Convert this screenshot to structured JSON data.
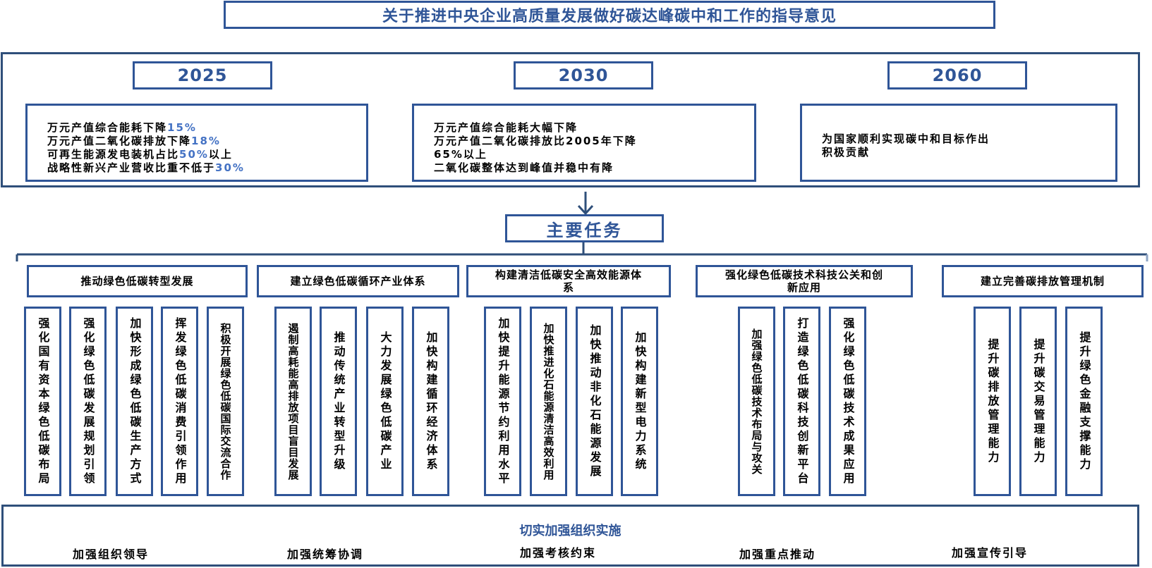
{
  "title": "关于推进中央企业高质量发展做好碳达峰碳中和工作的指导意见",
  "goals": [
    {
      "year": "2025",
      "lines": [
        [
          {
            "t": "万元产值综合能耗下降",
            "hl": false
          },
          {
            "t": "15%",
            "hl": true
          }
        ],
        [
          {
            "t": "万元产值二氧化碳排放下降",
            "hl": false
          },
          {
            "t": "18%",
            "hl": true
          }
        ],
        [
          {
            "t": "可再生能源发电装机占比",
            "hl": false
          },
          {
            "t": "50%",
            "hl": true
          },
          {
            "t": "以上",
            "hl": false
          }
        ],
        [
          {
            "t": "战略性新兴产业营收比重不低于",
            "hl": false
          },
          {
            "t": "30%",
            "hl": true
          }
        ]
      ]
    },
    {
      "year": "2030",
      "lines": [
        [
          {
            "t": "万元产值综合能耗大幅下降",
            "hl": false
          }
        ],
        [
          {
            "t": "万元产值二氧化碳排放比2005年下降",
            "hl": false
          }
        ],
        [
          {
            "t": "65%以上",
            "hl": false
          }
        ],
        [
          {
            "t": "二氧化碳整体达到峰值并稳中有降",
            "hl": false
          }
        ]
      ]
    },
    {
      "year": "2060",
      "lines": [
        [
          {
            "t": "为国家顺利实现碳中和目标作出",
            "hl": false
          }
        ],
        [
          {
            "t": "积极贡献",
            "hl": false
          }
        ]
      ]
    }
  ],
  "main_tasks_label": "主要任务",
  "categories": [
    {
      "label": "推动绿色低碳转型发展",
      "items": [
        "强化国有资本绿色低碳布局",
        "强化绿色低碳发展规划引领",
        "加快形成绿色低碳生产方式",
        "挥发绿色低碳消费引领作用",
        "积极开展绿色低碳国际交流合作"
      ]
    },
    {
      "label": "建立绿色低碳循环产业体系",
      "items": [
        "遏制高耗能高排放项目盲目发展",
        "推动传统产业转型升级",
        "大力发展绿色低碳产业",
        "加快构建循环经济体系"
      ]
    },
    {
      "label": "构建清洁低碳安全高效能源体系",
      "items": [
        "加快提升能源节约利用水平",
        "加快推进化石能源清洁高效利用",
        "加快推动非化石能源发展",
        "加快构建新型电力系统"
      ]
    },
    {
      "label": "强化绿色低碳技术科技公关和创新应用",
      "items": [
        "加强绿色低碳技术布局与攻关",
        "打造绿色低碳科技创新平台",
        "强化绿色低碳技术成果应用"
      ]
    },
    {
      "label": "建立完善碳排放管理机制",
      "items": [
        "提升碳排放管理能力",
        "提升碳交易管理能力",
        "提升绿色金融支撑能力"
      ]
    }
  ],
  "implementation": {
    "title": "切实加强组织实施",
    "items": [
      "加强组织领导",
      "加强统筹协调",
      "加强考核约束",
      "加强重点推动",
      "加强宣传引导"
    ]
  }
}
